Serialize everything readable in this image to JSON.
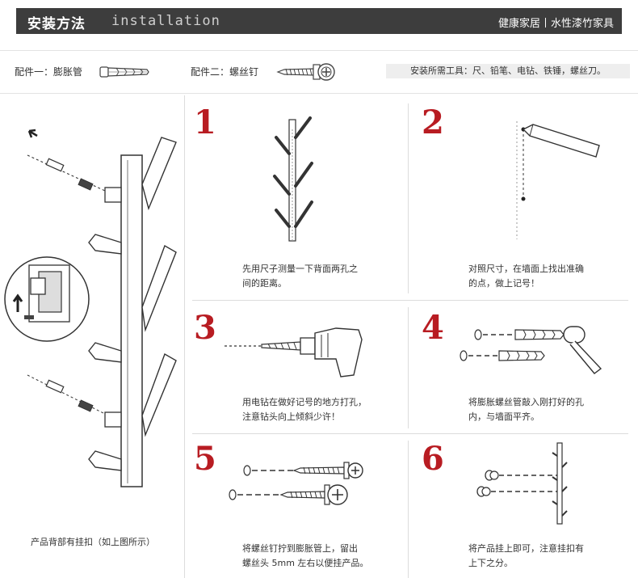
{
  "header": {
    "title_cn": "安装方法",
    "title_en": "installation",
    "brand_a": "健康家居",
    "brand_b": "水性漆竹家具"
  },
  "parts": {
    "part1": "配件一：膨胀管",
    "part2": "配件二：螺丝钉",
    "tools": "安装所需工具：尺、铅笔、电钻、铁锤，螺丝刀。"
  },
  "left_caption": "产品背部有挂扣（如上图所示）",
  "steps": [
    {
      "num": "1",
      "line1": "先用尺子测量一下背面两孔之",
      "line2": "间的距离。"
    },
    {
      "num": "2",
      "line1": "对照尺寸，在墙面上找出准确",
      "line2": "的点，做上记号！"
    },
    {
      "num": "3",
      "line1": "用电钻在做好记号的地方打孔，",
      "line2": "注意钻头向上倾斜少许！"
    },
    {
      "num": "4",
      "line1": "将膨胀螺丝管敲入刚打好的孔",
      "line2": "内，与墙面平齐。"
    },
    {
      "num": "5",
      "line1": "将螺丝钉拧到膨胀管上，留出",
      "line2": "螺丝头 5mm 左右以便挂产品。"
    },
    {
      "num": "6",
      "line1": "将产品挂上即可，注意挂扣有",
      "line2": "上下之分。"
    }
  ]
}
